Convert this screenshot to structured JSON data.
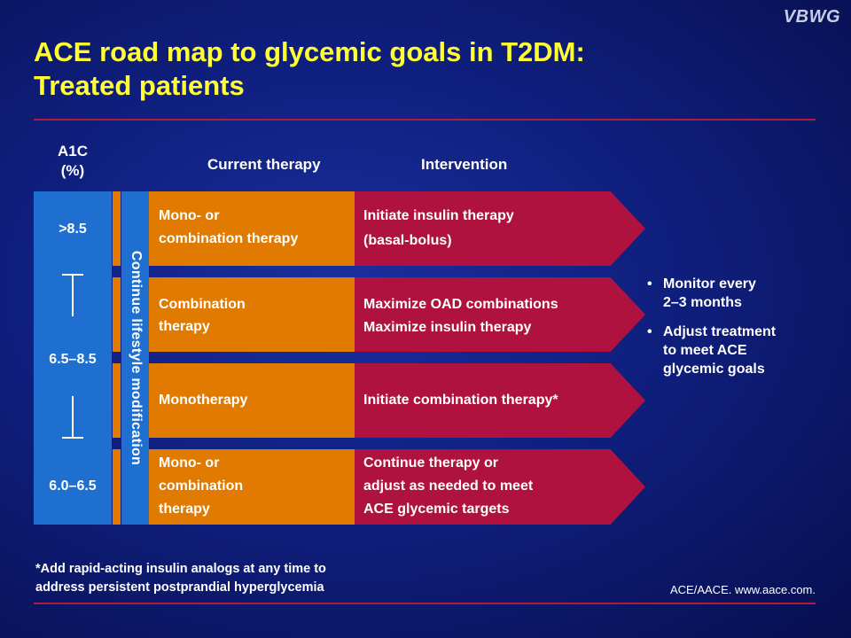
{
  "brand": "VBWG",
  "title_line1": "ACE road map to glycemic goals in T2DM:",
  "title_line2": "Treated patients",
  "headers": {
    "a1c_line1": "A1C",
    "a1c_line2": "(%)",
    "current_therapy": "Current therapy",
    "intervention": "Intervention"
  },
  "a1c_levels": [
    ">8.5",
    "6.5–8.5",
    "6.0–6.5"
  ],
  "lifestyle": "Continue lifestyle modification",
  "rows": [
    {
      "therapy": [
        "Mono- or",
        "combination therapy"
      ],
      "intervention": [
        "Initiate insulin therapy",
        "(basal-bolus)"
      ]
    },
    {
      "therapy": [
        "Combination",
        "therapy"
      ],
      "intervention": [
        "Maximize OAD combinations",
        "Maximize insulin therapy"
      ]
    },
    {
      "therapy": [
        "Monotherapy"
      ],
      "intervention": [
        "Initiate combination therapy*"
      ]
    },
    {
      "therapy": [
        "Mono- or",
        "combination",
        "therapy"
      ],
      "intervention": [
        "Continue therapy or",
        "adjust as needed to meet",
        "ACE glycemic targets"
      ]
    }
  ],
  "bullets": [
    [
      "Monitor every",
      "2–3 months"
    ],
    [
      "Adjust treatment",
      "to meet ACE",
      "glycemic goals"
    ]
  ],
  "footnote_line1": "*Add rapid-acting insulin analogs at any time to",
  "footnote_line2": "address persistent postprandial hyperglycemia",
  "citation": "ACE/AACE. www.aace.com.",
  "colors": {
    "title": "#ffff33",
    "orange": "#e07a00",
    "crimson": "#b0123f",
    "blue_bar": "#1e6fd0",
    "rule": "#b01c3c"
  }
}
